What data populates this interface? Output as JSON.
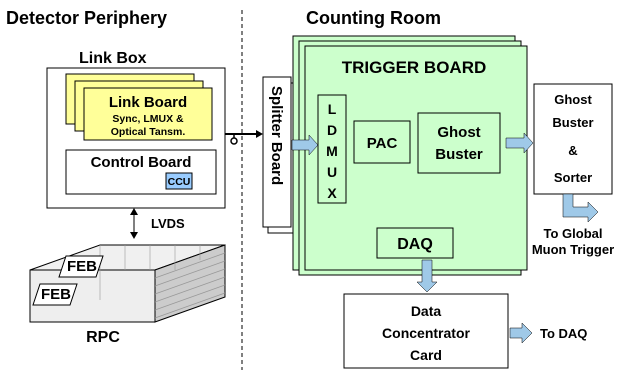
{
  "sections": {
    "detector_periphery": "Detector Periphery",
    "counting_room": "Counting Room"
  },
  "link_box": {
    "title": "Link Box",
    "link_board": {
      "title": "Link Board",
      "line1": "Sync, LMUX &",
      "line2": "Optical Tansm."
    },
    "control_board": {
      "title": "Control Board",
      "ccu": "CCU"
    }
  },
  "lvds": "LVDS",
  "rpc": {
    "label": "RPC",
    "feb1": "FEB",
    "feb2": "FEB"
  },
  "splitter_board": "Splitter Board",
  "trigger_board": {
    "title": "TRIGGER BOARD",
    "ldmux": [
      "L",
      "D",
      "M",
      "U",
      "X"
    ],
    "pac": "PAC",
    "ghost_buster_line1": "Ghost",
    "ghost_buster_line2": "Buster",
    "daq": "DAQ"
  },
  "ghost_buster_sorter": {
    "line1": "Ghost",
    "line2": "Buster",
    "line3": "&",
    "line4": "Sorter"
  },
  "to_global_line1": "To Global",
  "to_global_line2": "Muon Trigger",
  "data_concentrator": {
    "line1": "Data",
    "line2": "Concentrator",
    "line3": "Card"
  },
  "to_daq": "To DAQ",
  "colors": {
    "trigger_fill": "#ccffcc",
    "link_board_fill": "#ffff99",
    "accent_blue": "#99ccff",
    "arrow_fill": "#9fc9e8"
  }
}
